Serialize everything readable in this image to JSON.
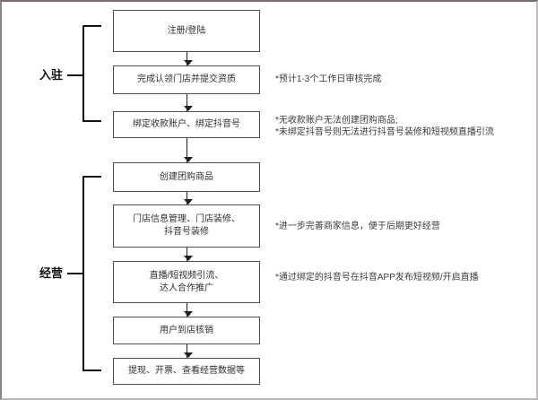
{
  "diagram": {
    "title": "merchant-onboarding-operation-flowchart",
    "groups": [
      {
        "label": "入驻"
      },
      {
        "label": "经营"
      }
    ],
    "steps": [
      {
        "label": "注册/登陆"
      },
      {
        "label": "完成认领门店并提交资质"
      },
      {
        "label": "绑定收款账户、绑定抖音号"
      },
      {
        "label": "创建团购商品"
      },
      {
        "label": "门店信息管理、门店装修、\n抖音号装修"
      },
      {
        "label": "直播/短视频引流、\n达人合作推广"
      },
      {
        "label": "用户到店核销"
      },
      {
        "label": "提现、开票、查看经营数据等"
      }
    ],
    "annotations": [
      {
        "text": "*预计1-3个工作日审核完成"
      },
      {
        "text": "*无收款账户无法创建团购商品;\n*未绑定抖音号则无法进行抖音号装修和短视频直播引流"
      },
      {
        "text": "*进一步完善商家信息，便于后期更好经营"
      },
      {
        "text": "*通过绑定的抖音号在抖音APP发布短视频/开启直播"
      }
    ],
    "colors": {
      "box_border": "#4f4f4f",
      "line": "#1f1f1f",
      "bracket": "#111111",
      "text": "#2e2e2e",
      "frame": "#8d8181"
    }
  }
}
